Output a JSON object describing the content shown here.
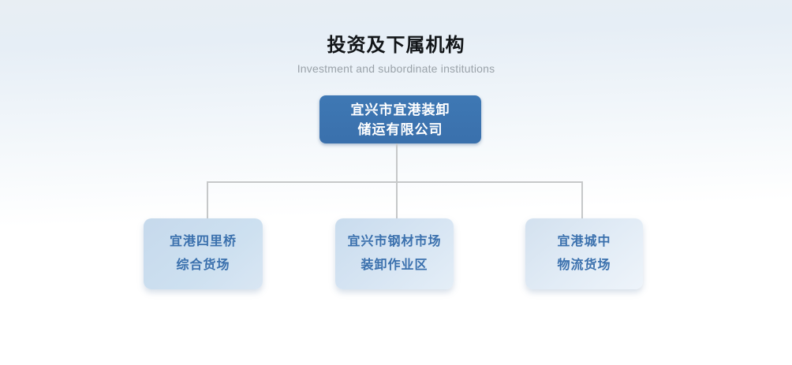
{
  "header": {
    "title": "投资及下属机构",
    "subtitle": "Investment and subordinate institutions"
  },
  "chart": {
    "type": "org-chart",
    "root": {
      "line1": "宜兴市宜港装卸",
      "line2": "储运有限公司"
    },
    "children": [
      {
        "line1": "宜港四里桥",
        "line2": "综合货场"
      },
      {
        "line1": "宜兴市钢材市场",
        "line2": "装卸作业区"
      },
      {
        "line1": "宜港城中",
        "line2": "物流货场"
      }
    ]
  },
  "colors": {
    "root_box_bg": "#3b73af",
    "root_box_text": "#ffffff",
    "child_box_bg": "#cdddee",
    "child_box_text": "#3a70ad",
    "connector_line": "#c6c8c9",
    "title_text": "#121518",
    "subtitle_text": "#9aa2a9",
    "page_gradient_top": "#e7eef5"
  }
}
